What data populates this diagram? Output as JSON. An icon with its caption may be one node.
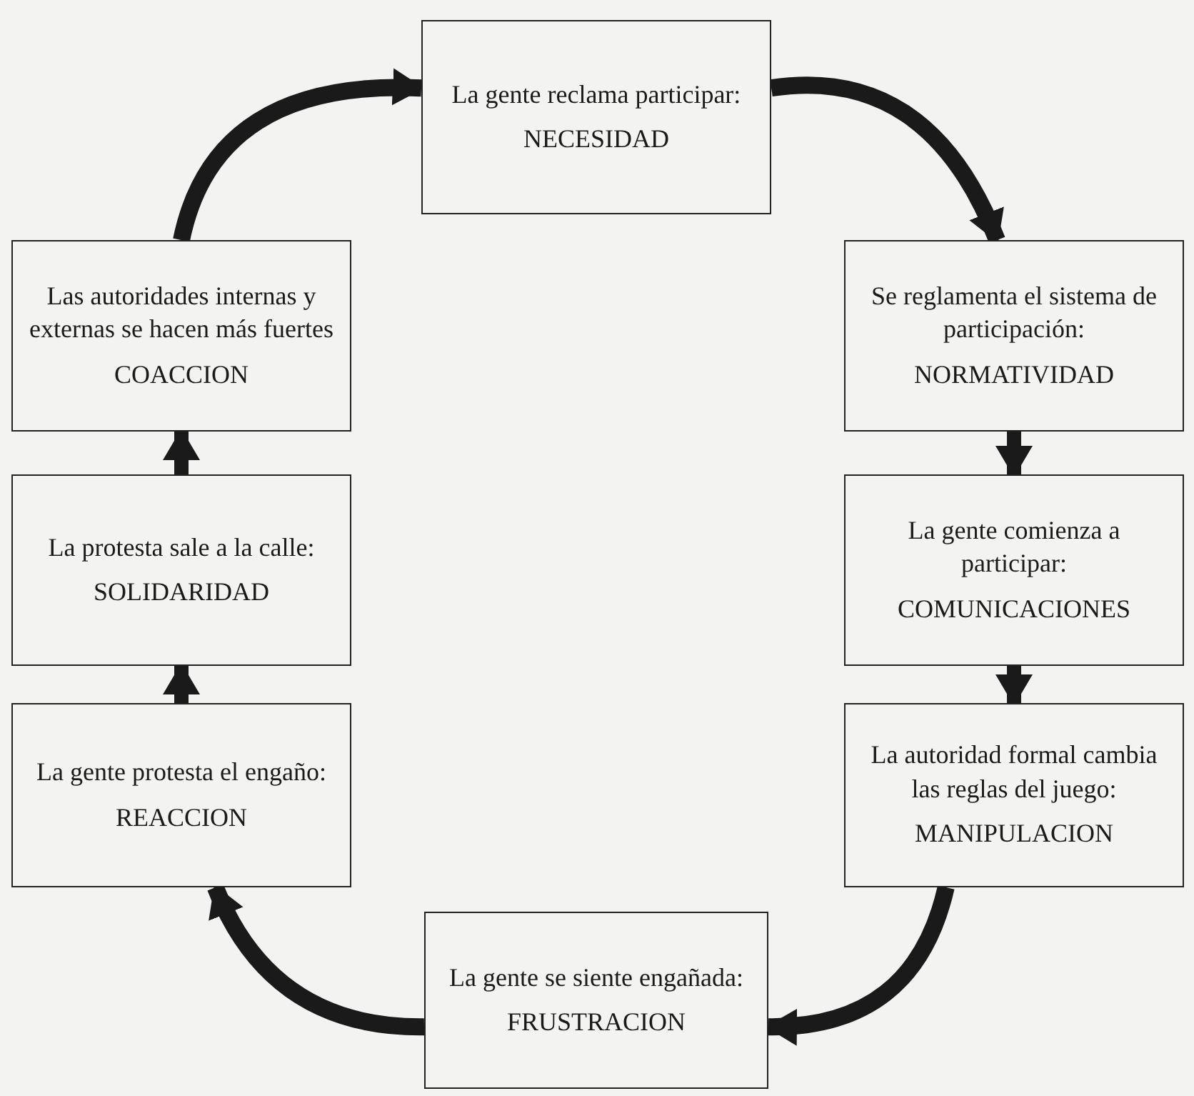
{
  "diagram": {
    "nodes": [
      {
        "text": [
          "La gente reclama participar:",
          "NECESIDAD"
        ]
      },
      {
        "text": [
          "Las autoridades internas y externas se hacen más fuertes",
          "COACCION"
        ]
      },
      {
        "text": [
          "Se reglamenta el sistema de participación:",
          "NORMATIVIDAD"
        ]
      },
      {
        "text": [
          "La protesta sale a la calle:",
          "SOLIDARIDAD"
        ]
      },
      {
        "text": [
          "La gente comienza a participar:",
          "COMUNICACIONES"
        ]
      },
      {
        "text": [
          "La gente protesta el engaño:",
          "REACCION"
        ]
      },
      {
        "text": [
          "La autoridad formal cambia las reglas del juego:",
          "MANIPULACION"
        ]
      },
      {
        "text": [
          "La gente se siente engañada:",
          "FRUSTRACION"
        ]
      }
    ],
    "edges": [
      {
        "from": 0,
        "to": 2,
        "arrow": "to"
      },
      {
        "from": 2,
        "to": 4,
        "arrow": "to"
      },
      {
        "from": 4,
        "to": 6,
        "arrow": "to"
      },
      {
        "from": 6,
        "to": 7,
        "arrow": "to"
      },
      {
        "from": 7,
        "to": 5,
        "arrow": "to"
      },
      {
        "from": 5,
        "to": 3,
        "arrow": "to"
      },
      {
        "from": 3,
        "to": 1,
        "arrow": "to"
      },
      {
        "from": 1,
        "to": 0,
        "arrow": "to"
      }
    ]
  }
}
